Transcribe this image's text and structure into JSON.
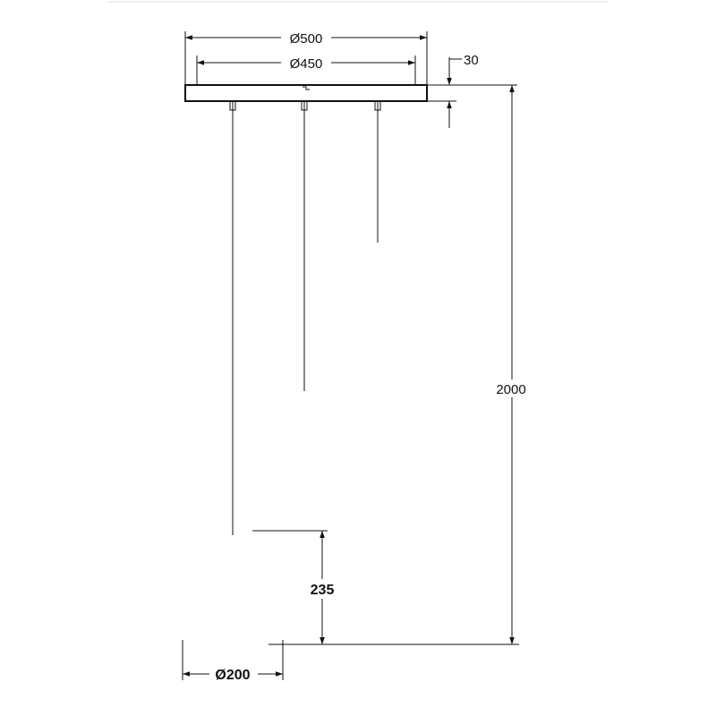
{
  "drawing": {
    "dimensions": {
      "canopy_outer_diameter": "Ø500",
      "canopy_inner_diameter": "Ø450",
      "canopy_height": "30",
      "total_drop": "2000",
      "shade_height": "235",
      "shade_diameter": "Ø200"
    },
    "pendant_count": 3,
    "colors": {
      "line": "#111111",
      "background": "#ffffff"
    }
  }
}
